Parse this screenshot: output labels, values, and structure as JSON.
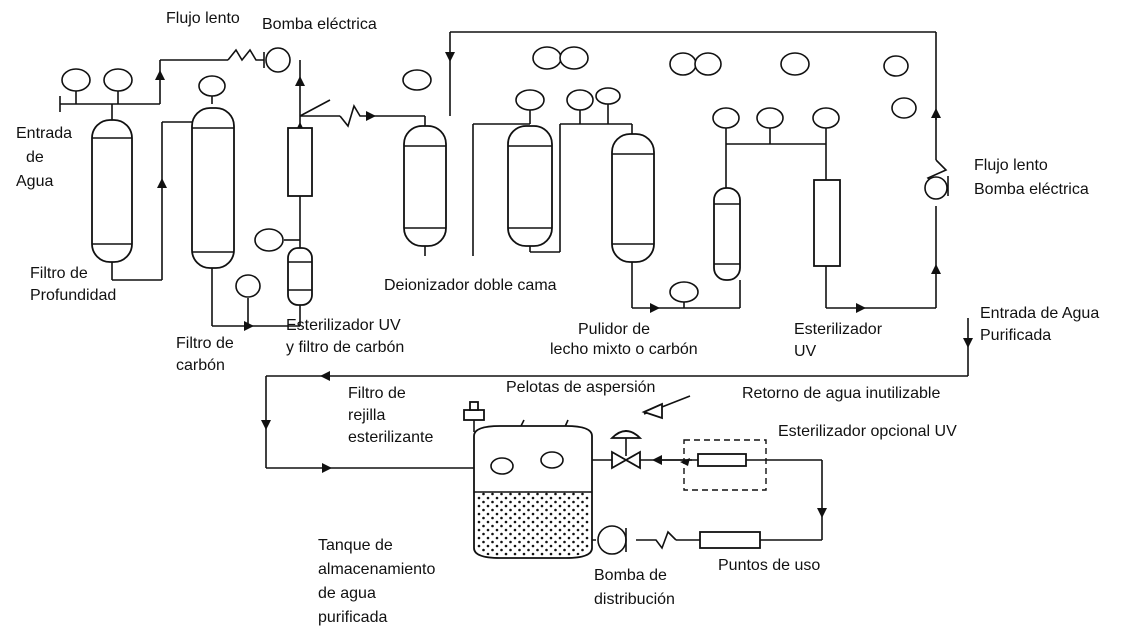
{
  "labels": {
    "top_flow": "Flujo lento",
    "top_pump": "Bomba eléctrica",
    "inlet_1": "Entrada",
    "inlet_2": "de",
    "inlet_3": "Agua",
    "depth_filter_1": "Filtro de",
    "depth_filter_2": "Profundidad",
    "carbon_filter_1": "Filtro de",
    "carbon_filter_2": "carbón",
    "uv_carbon_1": "Esterilizador UV",
    "uv_carbon_2": "y filtro de carbón",
    "deionizer": "Deionizador doble cama",
    "polisher_1": "Pulidor  de",
    "polisher_2": "lecho mixto o carbón",
    "uv_sterilizer_1": "Esterilizador",
    "uv_sterilizer_2": "UV",
    "right_flow": "Flujo lento",
    "right_pump": "Bomba eléctrica",
    "purified_inlet_1": "Entrada de Agua",
    "purified_inlet_2": "Purificada",
    "mesh_filter_1": "Filtro de",
    "mesh_filter_2": "rejilla",
    "mesh_filter_3": "esterilizante",
    "spray_balls": "Pelotas de aspersión",
    "return_water": "Retorno de agua inutilizable",
    "optional_uv": "Esterilizador opcional UV",
    "tank_1": "Tanque de",
    "tank_2": "almacenamiento",
    "tank_3": "de agua",
    "tank_4": "purificada",
    "dist_pump_1": "Bomba de",
    "dist_pump_2": "distribución",
    "points_of_use": "Puntos de uso"
  }
}
